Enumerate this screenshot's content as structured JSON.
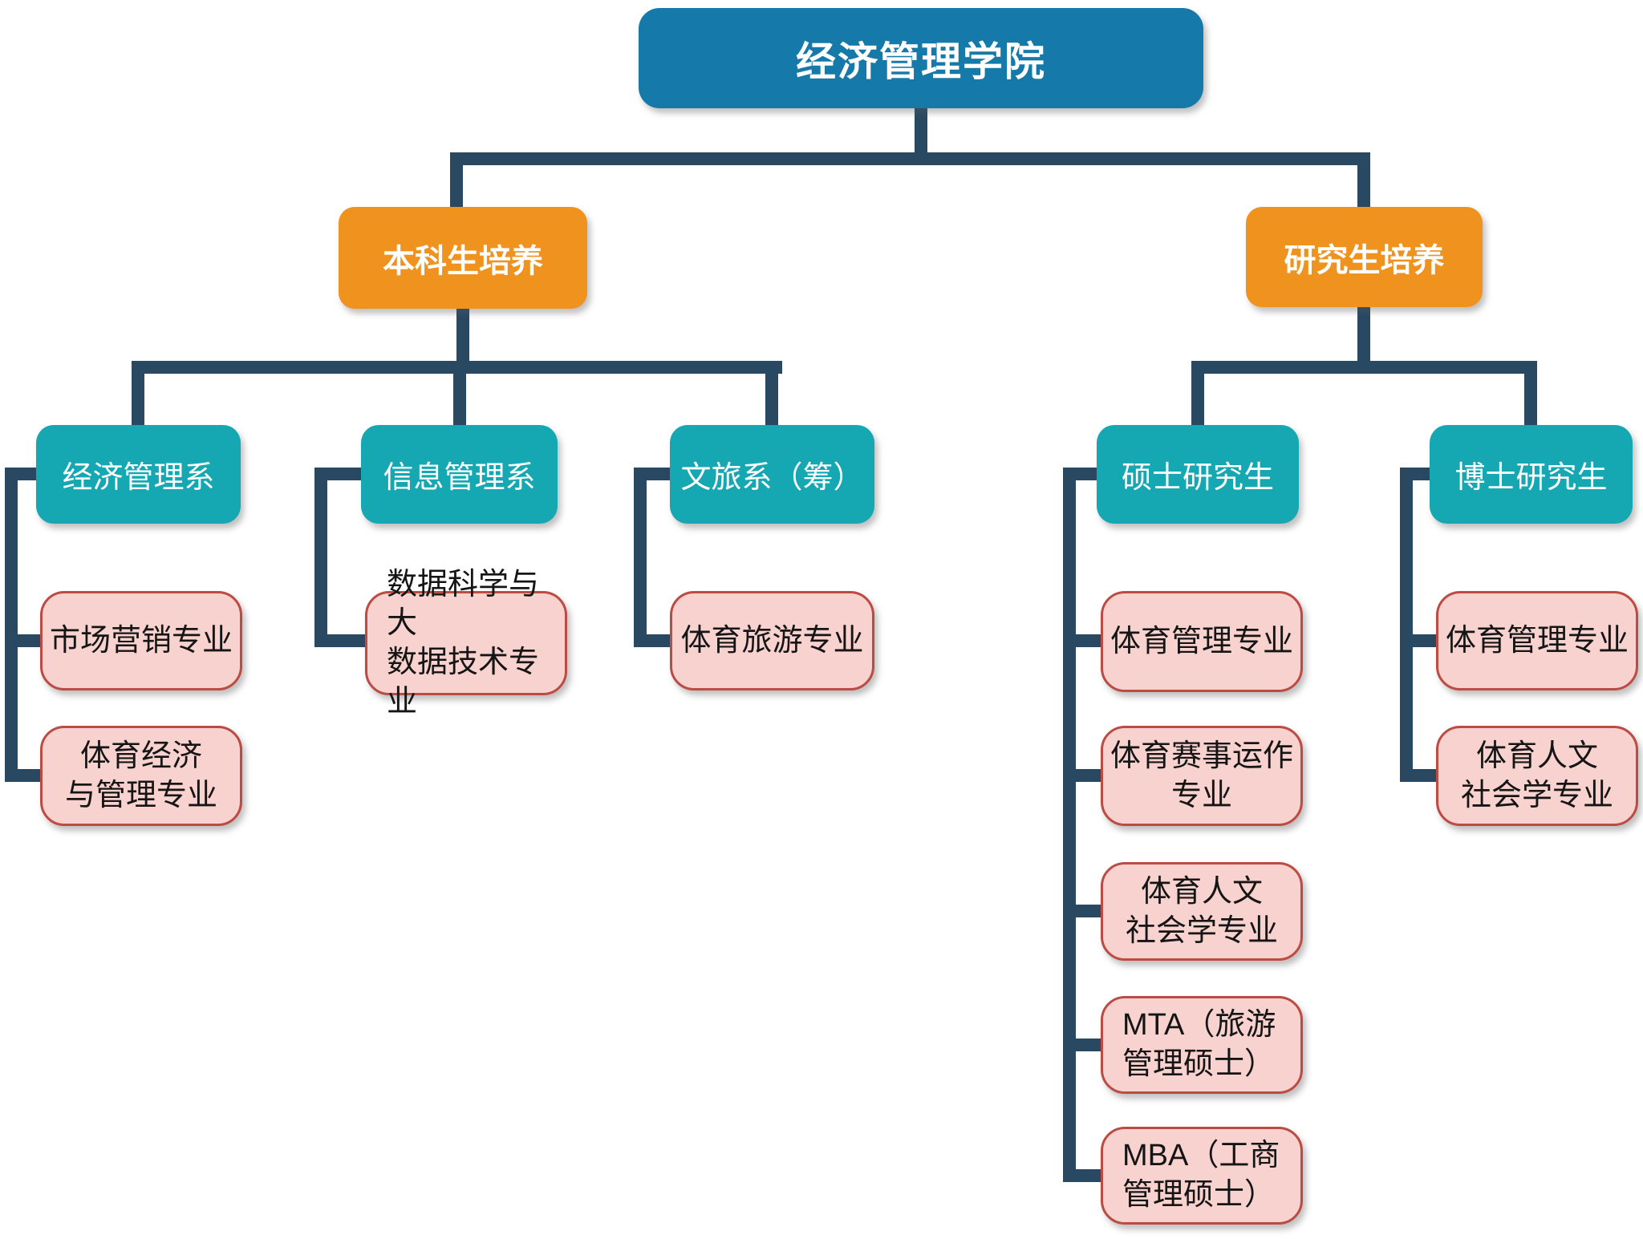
{
  "diagram": {
    "colors": {
      "root_bg": "#1579A9",
      "branch_bg": "#F0921E",
      "dept_bg": "#16A8B2",
      "major_bg": "#F8D2CF",
      "major_border": "#BB4B43",
      "line": "#294962"
    },
    "nodes": {
      "root": {
        "label": "经济管理学院"
      },
      "undergrad": {
        "label": "本科生培养"
      },
      "grad": {
        "label": "研究生培养"
      },
      "dept_econ": {
        "label": "经济管理系"
      },
      "dept_info": {
        "label": "信息管理系"
      },
      "dept_tourism": {
        "label": "文旅系（筹）"
      },
      "dept_master": {
        "label": "硕士研究生"
      },
      "dept_doctor": {
        "label": "博士研究生"
      },
      "m_marketing": {
        "label": "市场营销专业"
      },
      "m_sports_econ": {
        "label": "体育经济\n与管理专业"
      },
      "m_data_science": {
        "label": "数据科学与大\n数据技术专业"
      },
      "m_sports_tourism": {
        "label": "体育旅游专业"
      },
      "ms_sports_mgmt": {
        "label": "体育管理专业"
      },
      "ms_event_ops": {
        "label": "体育赛事运作\n专业"
      },
      "ms_humanities": {
        "label": "体育人文\n社会学专业"
      },
      "ms_mta": {
        "label": "MTA（旅游\n管理硕士）"
      },
      "ms_mba": {
        "label": "MBA（工商\n管理硕士）"
      },
      "phd_sports_mgmt": {
        "label": "体育管理专业"
      },
      "phd_humanities": {
        "label": "体育人文\n社会学专业"
      }
    }
  }
}
